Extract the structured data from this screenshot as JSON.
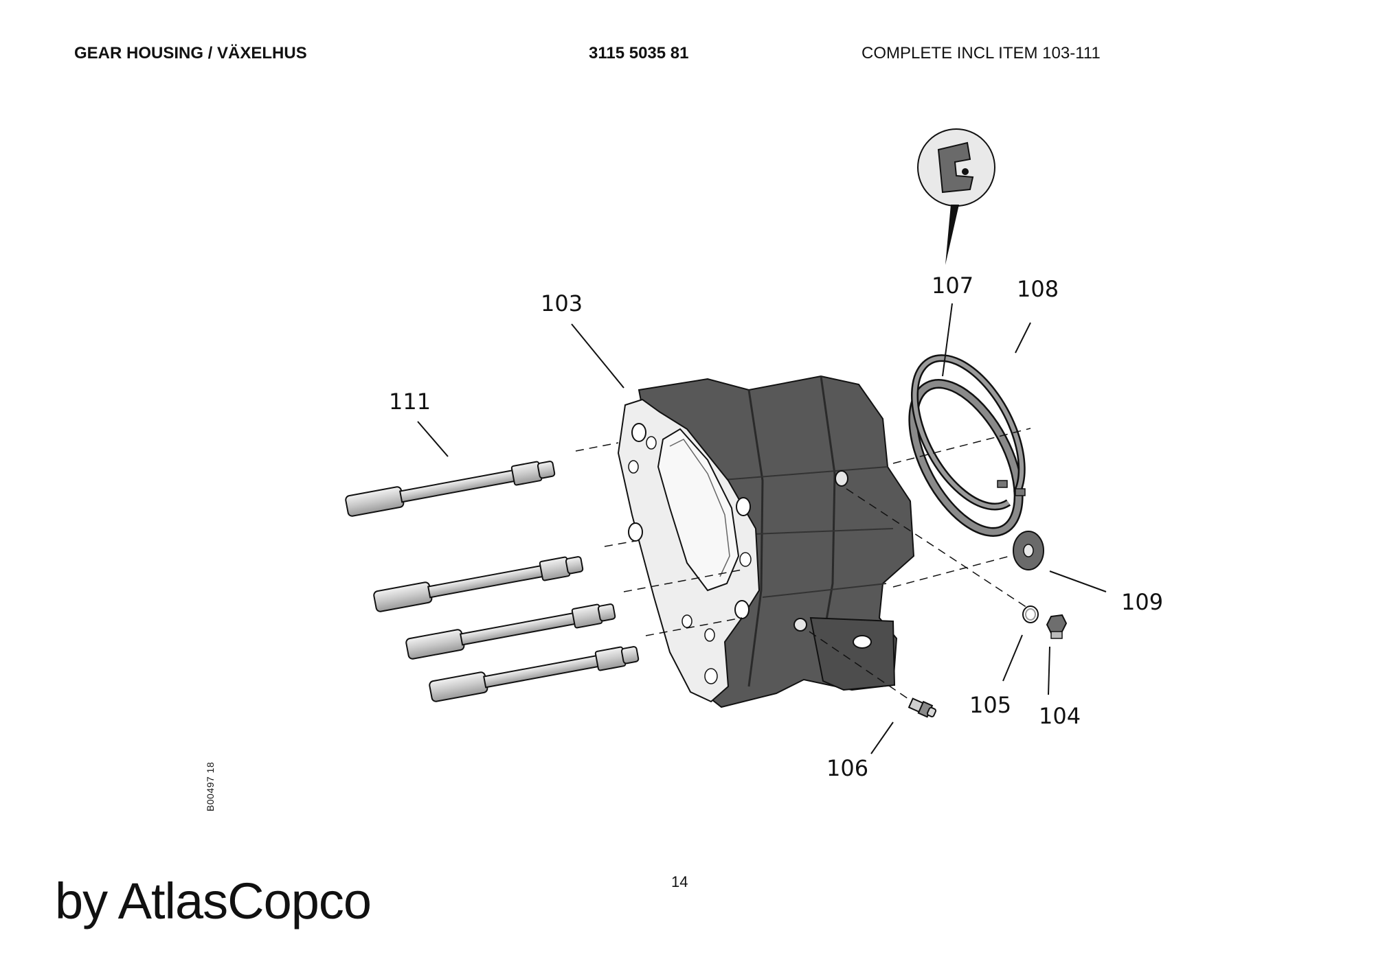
{
  "header": {
    "title": "GEAR HOUSING / VÄXELHUS",
    "part_number": "3115 5035 81",
    "note": "COMPLETE INCL ITEM 103-111"
  },
  "callouts": {
    "c103": "103",
    "c104": "104",
    "c105": "105",
    "c106": "106",
    "c107": "107",
    "c108": "108",
    "c109": "109",
    "c111": "111"
  },
  "drawing_ref": "B00497 18",
  "page_number": "14",
  "footer": {
    "brand": "by AtlasCopco"
  },
  "colors": {
    "housing_dark": "#555555",
    "housing_light": "#eeeeee",
    "part_grey": "#cfcfcf",
    "line": "#111111"
  }
}
